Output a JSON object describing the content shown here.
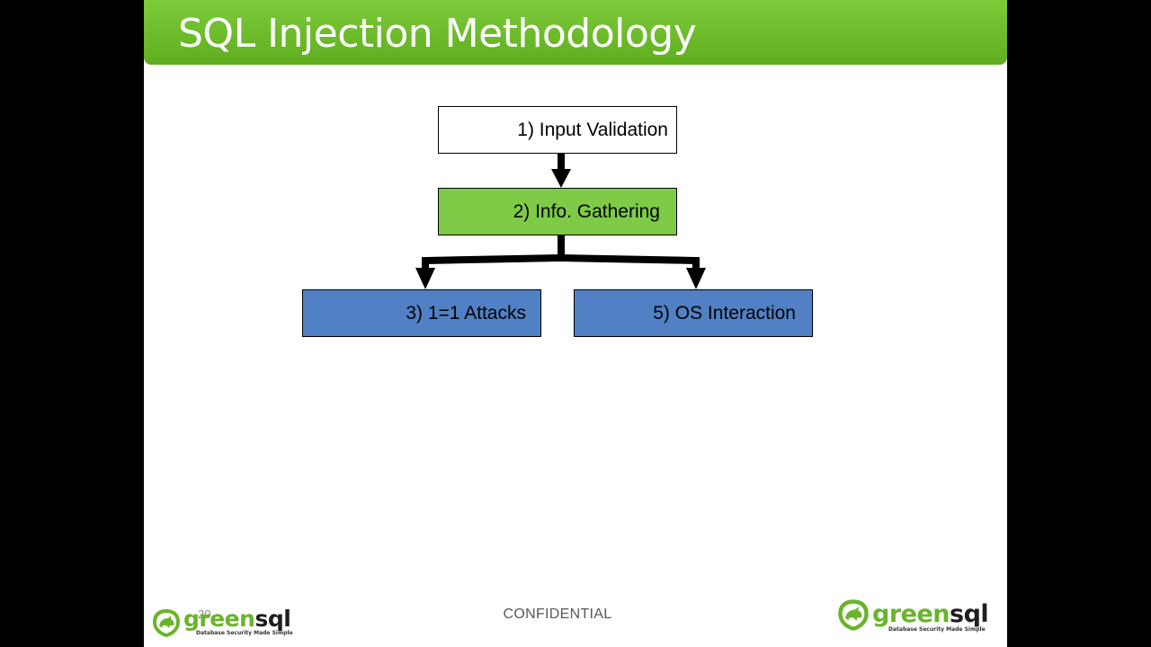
{
  "slide": {
    "title": "SQL Injection Methodology",
    "slide_number": "20",
    "footer": "CONFIDENTIAL"
  },
  "diagram": {
    "nodes": [
      {
        "id": "n1",
        "label": "1) Input Validation",
        "fill": "#ffffff"
      },
      {
        "id": "n2",
        "label": "2) Info. Gathering",
        "fill": "#7dcb47"
      },
      {
        "id": "n3",
        "label": "3) 1=1 Attacks",
        "fill": "#5180c4"
      },
      {
        "id": "n5",
        "label": "5) OS Interaction",
        "fill": "#5180c4"
      }
    ],
    "edges": [
      {
        "from": "n1",
        "to": "n2"
      },
      {
        "from": "n2",
        "to": "n3"
      },
      {
        "from": "n2",
        "to": "n5"
      }
    ]
  },
  "logos": {
    "left": {
      "green_part": "green",
      "dark_part": "sql",
      "tagline": "Database Security Made Simple"
    },
    "right": {
      "green_part": "green",
      "dark_part": "sql",
      "tagline": "Database Security Made Simple"
    }
  },
  "colors": {
    "title_bar": "#6abd2a",
    "brand_green": "#6ab42c",
    "box_green": "#7dcb47",
    "box_blue": "#5180c4"
  }
}
